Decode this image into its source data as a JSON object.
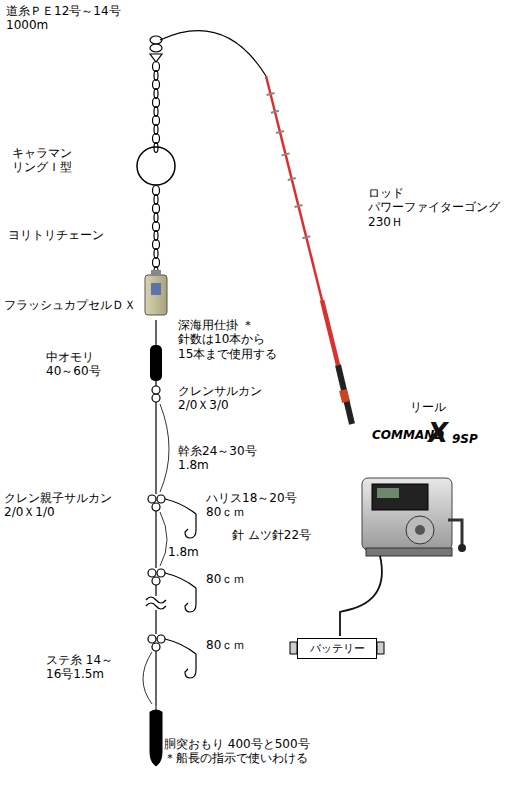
{
  "diagram": {
    "nodes": [
      {
        "text": [
          "バッテリー"
        ]
      }
    ],
    "labels": [
      "道糸ＰＥ12号～14号 1000m",
      "キャラマン リングＩ型",
      "ヨリトリチェーン",
      "フラッシュカプセルＤＸ",
      "深海用仕掛 ＊針数は10本から 15本まで使用する",
      "中オモリ 40～60号",
      "クレンサルカン 2/0Ｘ3/0",
      "幹糸24～30号 1.8m",
      "クレン親子サルカン 2/0Ｘ1/0",
      "ハリス18～20号 80ｃｍ",
      "1.8m",
      "針 ムツ針22号",
      "80ｃｍ",
      "ステ糸 14～16号1.5m",
      "80ｃｍ",
      "胴突おもり 400号と500号 ＊船長の指示で使いわける",
      "ロッド パワーファイターゴング 230Ｈ",
      "リール",
      "COMMAND",
      "X",
      "9SP"
    ]
  }
}
